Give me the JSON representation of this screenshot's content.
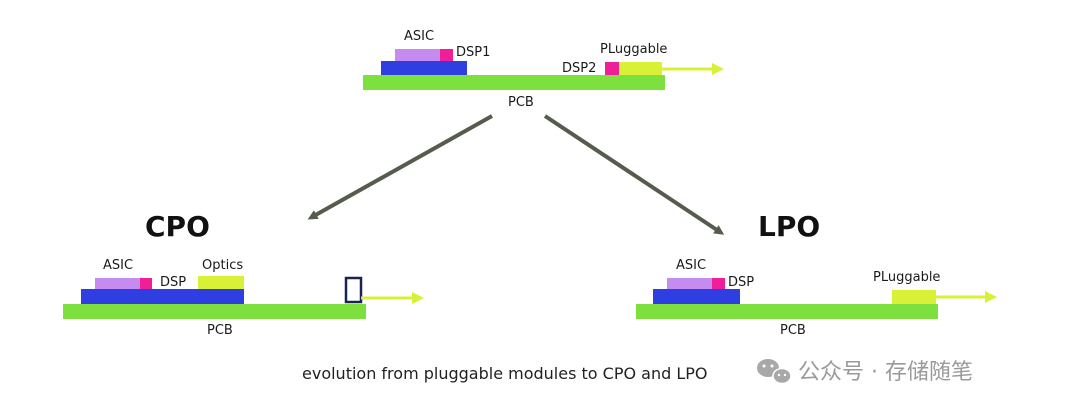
{
  "colors": {
    "pcb": "#7ee03f",
    "board": "#2f3ee0",
    "asic": "#c58bef",
    "dsp": "#ef1f9a",
    "optics": "#d8f035",
    "arrow": "#555c4e",
    "fiber": "#d8f035",
    "port_outline": "#1b2254"
  },
  "top": {
    "asic": "ASIC",
    "dsp1": "DSP1",
    "dsp2": "DSP2",
    "pluggable": "PLuggable",
    "pcb": "PCB"
  },
  "cpo": {
    "title": "CPO",
    "asic": "ASIC",
    "dsp": "DSP",
    "optics": "Optics",
    "pcb": "PCB"
  },
  "lpo": {
    "title": "LPO",
    "asic": "ASIC",
    "dsp": "DSP",
    "pluggable": "PLuggable",
    "pcb": "PCB"
  },
  "caption": "evolution from pluggable modules to CPO and LPO",
  "watermark": {
    "icon": "wechat-icon",
    "text": "公众号 · 存储随笔"
  }
}
